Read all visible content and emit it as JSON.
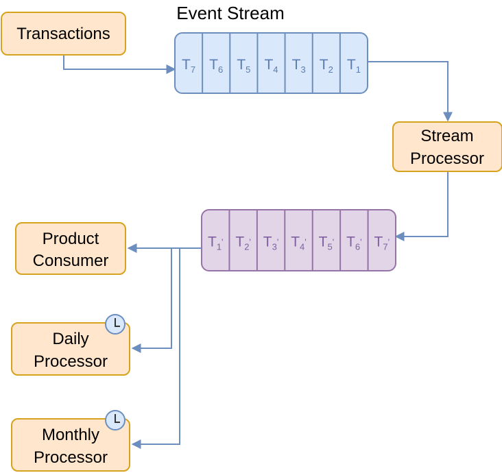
{
  "title": "Event Stream",
  "colors": {
    "node_fill": "#ffe6cc",
    "node_stroke": "#d7a21c",
    "stream_fill": "#dae8fc",
    "stream_stroke": "#6c8ebf",
    "stream_text": "#5a7cb0",
    "output_fill": "#e1d5e7",
    "output_stroke": "#9673a6",
    "output_text": "#8060a0",
    "edge": "#6c8ebf",
    "clock_fill": "#dae8fc",
    "clock_stroke": "#6c8ebf"
  },
  "nodes": {
    "transactions": {
      "lines": [
        "Transactions"
      ]
    },
    "stream_processor": {
      "lines": [
        "Stream",
        "Processor"
      ]
    },
    "product_consumer": {
      "lines": [
        "Product",
        "Consumer"
      ]
    },
    "daily_processor": {
      "lines": [
        "Daily",
        "Processor"
      ],
      "icon": "clock-icon"
    },
    "monthly_processor": {
      "lines": [
        "Monthly",
        "Processor"
      ],
      "icon": "clock-icon"
    }
  },
  "input_stream": {
    "cells": [
      {
        "base": "T",
        "sub": "7"
      },
      {
        "base": "T",
        "sub": "6"
      },
      {
        "base": "T",
        "sub": "5"
      },
      {
        "base": "T",
        "sub": "4"
      },
      {
        "base": "T",
        "sub": "3"
      },
      {
        "base": "T",
        "sub": "2"
      },
      {
        "base": "T",
        "sub": "1"
      }
    ]
  },
  "output_stream": {
    "cells": [
      {
        "base": "T",
        "sub": "1",
        "prime": "'"
      },
      {
        "base": "T",
        "sub": "2",
        "prime": "'"
      },
      {
        "base": "T",
        "sub": "3",
        "prime": "'"
      },
      {
        "base": "T",
        "sub": "4",
        "prime": "'"
      },
      {
        "base": "T",
        "sub": "5",
        "prime": "'"
      },
      {
        "base": "T",
        "sub": "6",
        "prime": "'"
      },
      {
        "base": "T",
        "sub": "7",
        "prime": "'"
      }
    ]
  }
}
